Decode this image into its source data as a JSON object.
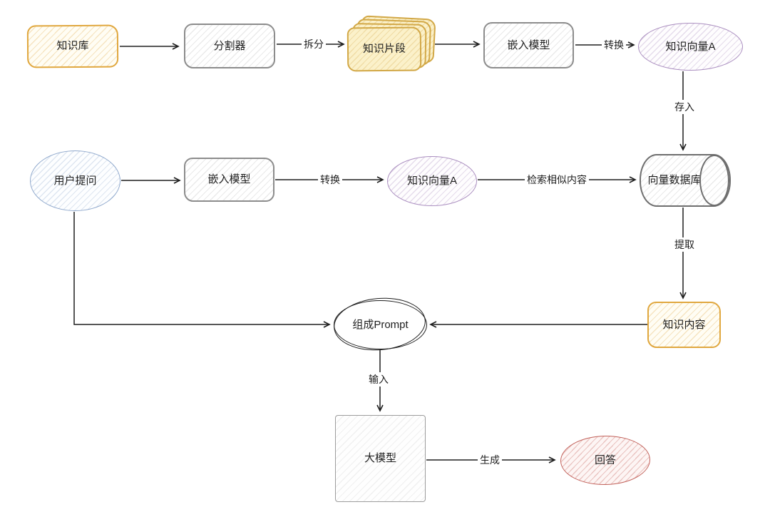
{
  "diagram_type": "flowchart",
  "nodes": {
    "knowledge_base": {
      "label": "知识库",
      "shape": "rounded-rect",
      "color": "#e0a73e"
    },
    "splitter": {
      "label": "分割器",
      "shape": "rounded-rect",
      "color": "#8c8c8c"
    },
    "knowledge_fragments": {
      "label": "知识片段",
      "shape": "stacked-documents",
      "color": "#d2a847"
    },
    "embedding_model_top": {
      "label": "嵌入模型",
      "shape": "rounded-rect",
      "color": "#8c8c8c"
    },
    "knowledge_vector_a_top": {
      "label": "知识向量A",
      "shape": "ellipse",
      "color": "#ab8fc0"
    },
    "user_question": {
      "label": "用户提问",
      "shape": "ellipse",
      "color": "#90a9cd"
    },
    "embedding_model_mid": {
      "label": "嵌入模型",
      "shape": "rounded-rect",
      "color": "#8c8c8c"
    },
    "knowledge_vector_a_mid": {
      "label": "知识向量A",
      "shape": "ellipse",
      "color": "#ab8fc0"
    },
    "vector_database": {
      "label": "向量数据库",
      "shape": "cylinder",
      "color": "#6e6e6e"
    },
    "knowledge_content": {
      "label": "知识内容",
      "shape": "rounded-rect",
      "color": "#e0a73e"
    },
    "compose_prompt": {
      "label": "组成Prompt",
      "shape": "ellipse",
      "color": "#1e1e1e"
    },
    "large_model": {
      "label": "大模型",
      "shape": "square",
      "color": "#9c9c9c"
    },
    "answer": {
      "label": "回答",
      "shape": "ellipse",
      "color": "#c2625b"
    }
  },
  "edges": [
    {
      "from": "knowledge_base",
      "to": "splitter",
      "label": ""
    },
    {
      "from": "splitter",
      "to": "knowledge_fragments",
      "label": "拆分"
    },
    {
      "from": "knowledge_fragments",
      "to": "embedding_model_top",
      "label": ""
    },
    {
      "from": "embedding_model_top",
      "to": "knowledge_vector_a_top",
      "label": "转换"
    },
    {
      "from": "knowledge_vector_a_top",
      "to": "vector_database",
      "label": "存入"
    },
    {
      "from": "user_question",
      "to": "embedding_model_mid",
      "label": ""
    },
    {
      "from": "embedding_model_mid",
      "to": "knowledge_vector_a_mid",
      "label": "转换"
    },
    {
      "from": "knowledge_vector_a_mid",
      "to": "vector_database",
      "label": "检索相似内容"
    },
    {
      "from": "vector_database",
      "to": "knowledge_content",
      "label": "提取"
    },
    {
      "from": "knowledge_content",
      "to": "compose_prompt",
      "label": ""
    },
    {
      "from": "user_question",
      "to": "compose_prompt",
      "label": ""
    },
    {
      "from": "compose_prompt",
      "to": "large_model",
      "label": "输入"
    },
    {
      "from": "large_model",
      "to": "answer",
      "label": "生成"
    }
  ],
  "colors": {
    "line": "#1e1e1e",
    "text": "#1e1e1e",
    "yellow_border": "#e0a73e",
    "gray_border": "#8c8c8c",
    "purple_border": "#ab8fc0",
    "blue_border": "#90a9cd",
    "red_border": "#c2625b",
    "cylinder_border": "#6e6e6e"
  }
}
